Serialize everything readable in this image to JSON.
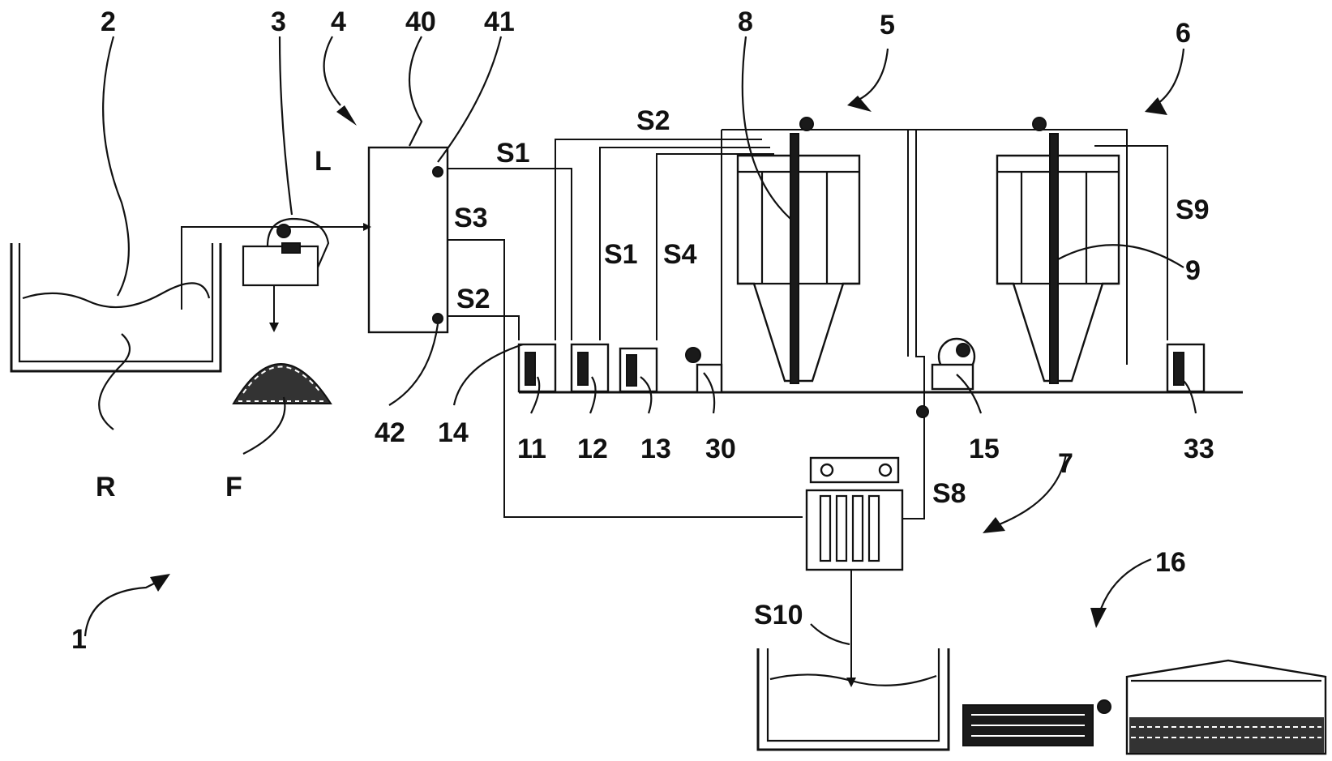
{
  "labels": {
    "n1": "1",
    "n2": "2",
    "n3": "3",
    "n4": "4",
    "n5": "5",
    "n6": "6",
    "n7": "7",
    "n8": "8",
    "n9": "9",
    "n11": "11",
    "n12": "12",
    "n13": "13",
    "n14": "14",
    "n15": "15",
    "n16": "16",
    "n30": "30",
    "n33": "33",
    "n40": "40",
    "n41": "41",
    "n42": "42",
    "R": "R",
    "F": "F",
    "L": "L",
    "S1a": "S1",
    "S1b": "S1",
    "S2a": "S2",
    "S2b": "S2",
    "S3": "S3",
    "S4": "S4",
    "S8": "S8",
    "S9": "S9",
    "S10": "S10"
  },
  "colors": {
    "line": "#111111",
    "background": "#ffffff"
  }
}
